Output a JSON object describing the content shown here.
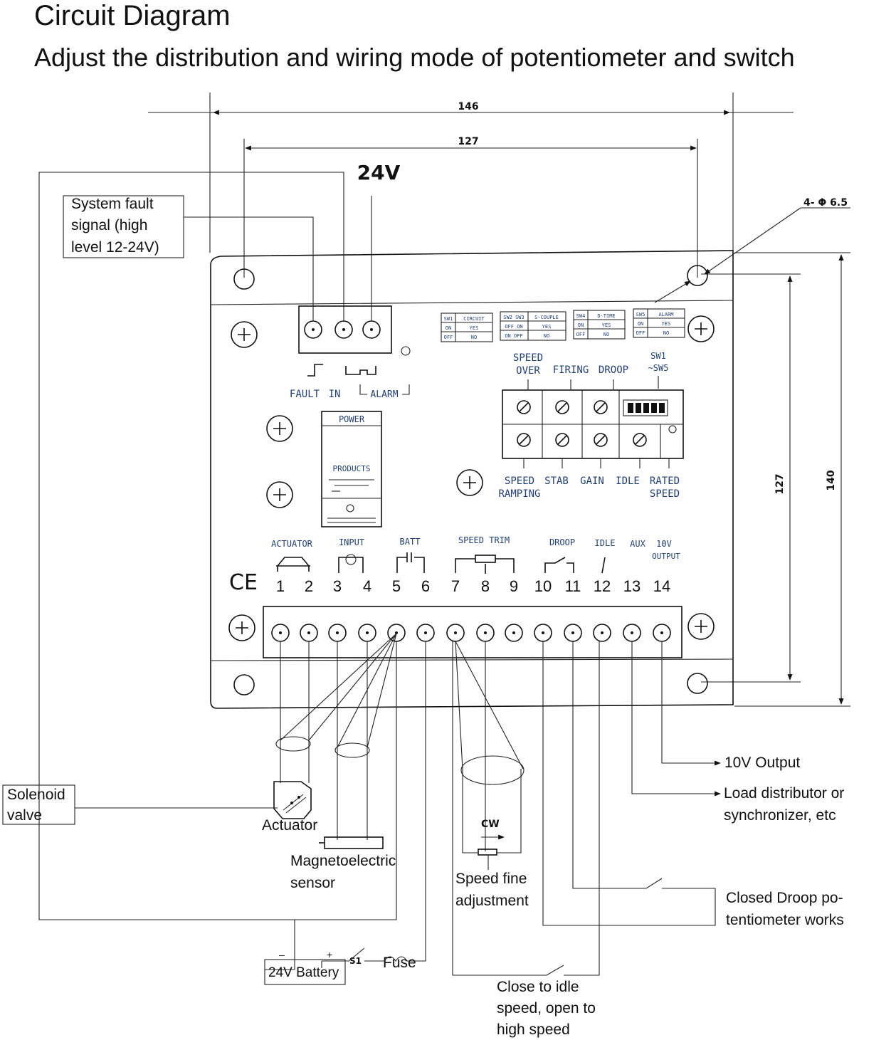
{
  "title": "Circuit Diagram",
  "subtitle": "Adjust the distribution and wiring mode of potentiometer and switch",
  "dimensions": {
    "width_outer": "146",
    "width_inner": "127",
    "height_inner": "127",
    "height_outer": "140",
    "holes": "4- Φ 6.5"
  },
  "supply_label": "24V",
  "callouts": {
    "fault_signal": [
      "System fault",
      "signal (high",
      "level 12-24V)"
    ],
    "solenoid": [
      "Solenoid",
      "valve"
    ],
    "actuator": "Actuator",
    "sensor": [
      "Magnetoelectric",
      "sensor"
    ],
    "speed_fine": [
      "Speed fine",
      "adjustment"
    ],
    "cw": "CW",
    "battery": "24V Battery",
    "battery_minus": "–",
    "battery_plus": "+",
    "switch_s1": "S1",
    "fuse": "Fuse",
    "idle": [
      "Close to idle",
      "speed, open to",
      "high speed"
    ],
    "droop": [
      "Closed Droop po-",
      "tentiometer works"
    ],
    "load": [
      "Load distributor or",
      "synchronizer, etc"
    ],
    "output10v": "10V Output"
  },
  "board": {
    "top_terminal_labels": {
      "fault": "FAULT",
      "in": "IN",
      "alarm": "ALARM"
    },
    "power_module": [
      "POWER",
      "PRODUCTS"
    ],
    "ce_mark": "CE",
    "switch_tables": [
      {
        "rows": [
          [
            "SW1",
            "CIRCUIT"
          ],
          [
            "ON",
            "YES"
          ],
          [
            "OFF",
            "NO"
          ]
        ]
      },
      {
        "rows": [
          [
            "SW2 SW3",
            "S-COUPLE"
          ],
          [
            "OFF ON",
            "YES"
          ],
          [
            "ON OFF",
            "NO"
          ]
        ]
      },
      {
        "rows": [
          [
            "SW4",
            "D-TIME"
          ],
          [
            "ON",
            "YES"
          ],
          [
            "OFF",
            "NO"
          ]
        ]
      },
      {
        "rows": [
          [
            "SW5",
            "ALARM"
          ],
          [
            "ON",
            "YES"
          ],
          [
            "OFF",
            "NO"
          ]
        ]
      }
    ],
    "pot_labels_top": {
      "overspeed": [
        "SPEED",
        "OVER"
      ],
      "firing": "FIRING",
      "droop": "DROOP",
      "sw": [
        "SW1",
        "~SW5"
      ]
    },
    "pot_labels_bottom": {
      "ramping": [
        "SPEED",
        "RAMPING"
      ],
      "stab": "STAB",
      "gain": "GAIN",
      "idle": "IDLE",
      "rated": [
        "RATED",
        "SPEED"
      ]
    },
    "terminal_group_labels": {
      "actuator": "ACTUATOR",
      "input": "INPUT",
      "batt": "BATT",
      "speed_trim": "SPEED   TRIM",
      "droop": "DROOP",
      "idle": "IDLE",
      "aux": "AUX",
      "out10v": [
        "10V",
        "OUTPUT"
      ]
    },
    "terminal_numbers": [
      "1",
      "2",
      "3",
      "4",
      "5",
      "6",
      "7",
      "8",
      "9",
      "10",
      "11",
      "12",
      "13",
      "14"
    ]
  }
}
